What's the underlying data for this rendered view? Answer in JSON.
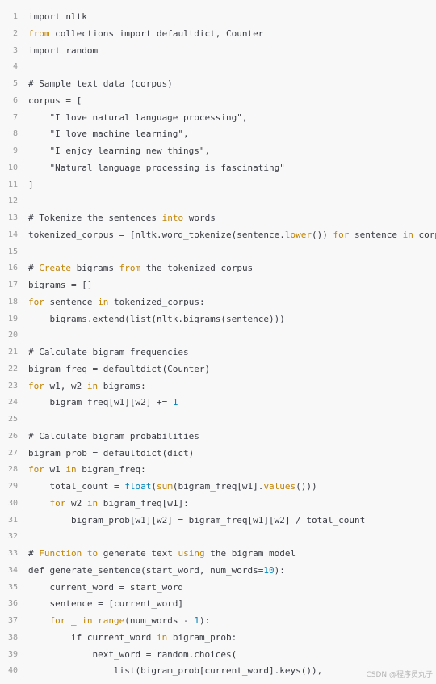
{
  "code": {
    "lines": [
      {
        "num": "1",
        "tokens": [
          [
            "plain",
            "import nltk"
          ]
        ]
      },
      {
        "num": "2",
        "tokens": [
          [
            "kw",
            "from"
          ],
          [
            "plain",
            " collections import defaultdict, Counter"
          ]
        ]
      },
      {
        "num": "3",
        "tokens": [
          [
            "plain",
            "import random"
          ]
        ]
      },
      {
        "num": "4",
        "tokens": []
      },
      {
        "num": "5",
        "tokens": [
          [
            "plain",
            "# Sample text data (corpus)"
          ]
        ]
      },
      {
        "num": "6",
        "tokens": [
          [
            "plain",
            "corpus = ["
          ]
        ]
      },
      {
        "num": "7",
        "tokens": [
          [
            "plain",
            "    \"I love natural language processing\","
          ]
        ]
      },
      {
        "num": "8",
        "tokens": [
          [
            "plain",
            "    \"I love machine learning\","
          ]
        ]
      },
      {
        "num": "9",
        "tokens": [
          [
            "plain",
            "    \"I enjoy learning new things\","
          ]
        ]
      },
      {
        "num": "10",
        "tokens": [
          [
            "plain",
            "    \"Natural language processing is fascinating\""
          ]
        ]
      },
      {
        "num": "11",
        "tokens": [
          [
            "plain",
            "]"
          ]
        ]
      },
      {
        "num": "12",
        "tokens": []
      },
      {
        "num": "13",
        "tokens": [
          [
            "plain",
            "# Tokenize the sentences "
          ],
          [
            "kw",
            "into"
          ],
          [
            "plain",
            " words"
          ]
        ]
      },
      {
        "num": "14",
        "tokens": [
          [
            "plain",
            "tokenized_corpus = [nltk.word_tokenize(sentence."
          ],
          [
            "kw",
            "lower"
          ],
          [
            "plain",
            "()) "
          ],
          [
            "kw",
            "for"
          ],
          [
            "plain",
            " sentence "
          ],
          [
            "kw",
            "in"
          ],
          [
            "plain",
            " corpus]"
          ]
        ]
      },
      {
        "num": "15",
        "tokens": []
      },
      {
        "num": "16",
        "tokens": [
          [
            "plain",
            "# "
          ],
          [
            "kw",
            "Create"
          ],
          [
            "plain",
            " bigrams "
          ],
          [
            "kw",
            "from"
          ],
          [
            "plain",
            " the tokenized corpus"
          ]
        ]
      },
      {
        "num": "17",
        "tokens": [
          [
            "plain",
            "bigrams = []"
          ]
        ]
      },
      {
        "num": "18",
        "tokens": [
          [
            "kw",
            "for"
          ],
          [
            "plain",
            " sentence "
          ],
          [
            "kw",
            "in"
          ],
          [
            "plain",
            " tokenized_corpus:"
          ]
        ]
      },
      {
        "num": "19",
        "tokens": [
          [
            "plain",
            "    bigrams.extend(list(nltk.bigrams(sentence)))"
          ]
        ]
      },
      {
        "num": "20",
        "tokens": []
      },
      {
        "num": "21",
        "tokens": [
          [
            "plain",
            "# Calculate bigram frequencies"
          ]
        ]
      },
      {
        "num": "22",
        "tokens": [
          [
            "plain",
            "bigram_freq = defaultdict(Counter)"
          ]
        ]
      },
      {
        "num": "23",
        "tokens": [
          [
            "kw",
            "for"
          ],
          [
            "plain",
            " w1, w2 "
          ],
          [
            "kw",
            "in"
          ],
          [
            "plain",
            " bigrams:"
          ]
        ]
      },
      {
        "num": "24",
        "tokens": [
          [
            "plain",
            "    bigram_freq[w1][w2] += "
          ],
          [
            "num",
            "1"
          ]
        ]
      },
      {
        "num": "25",
        "tokens": []
      },
      {
        "num": "26",
        "tokens": [
          [
            "plain",
            "# Calculate bigram probabilities"
          ]
        ]
      },
      {
        "num": "27",
        "tokens": [
          [
            "plain",
            "bigram_prob = defaultdict(dict)"
          ]
        ]
      },
      {
        "num": "28",
        "tokens": [
          [
            "kw",
            "for"
          ],
          [
            "plain",
            " w1 "
          ],
          [
            "kw",
            "in"
          ],
          [
            "plain",
            " bigram_freq:"
          ]
        ]
      },
      {
        "num": "29",
        "tokens": [
          [
            "plain",
            "    total_count = "
          ],
          [
            "num",
            "float"
          ],
          [
            "plain",
            "("
          ],
          [
            "kw",
            "sum"
          ],
          [
            "plain",
            "(bigram_freq[w1]."
          ],
          [
            "kw",
            "values"
          ],
          [
            "plain",
            "()))"
          ]
        ]
      },
      {
        "num": "30",
        "tokens": [
          [
            "plain",
            "    "
          ],
          [
            "kw",
            "for"
          ],
          [
            "plain",
            " w2 "
          ],
          [
            "kw",
            "in"
          ],
          [
            "plain",
            " bigram_freq[w1]:"
          ]
        ]
      },
      {
        "num": "31",
        "tokens": [
          [
            "plain",
            "        bigram_prob[w1][w2] = bigram_freq[w1][w2] / total_count"
          ]
        ]
      },
      {
        "num": "32",
        "tokens": []
      },
      {
        "num": "33",
        "tokens": [
          [
            "plain",
            "# "
          ],
          [
            "kw",
            "Function"
          ],
          [
            "plain",
            " "
          ],
          [
            "kw",
            "to"
          ],
          [
            "plain",
            " generate text "
          ],
          [
            "kw",
            "using"
          ],
          [
            "plain",
            " the bigram model"
          ]
        ]
      },
      {
        "num": "34",
        "tokens": [
          [
            "plain",
            "def generate_sentence(start_word, num_words="
          ],
          [
            "num",
            "10"
          ],
          [
            "plain",
            "):"
          ]
        ]
      },
      {
        "num": "35",
        "tokens": [
          [
            "plain",
            "    current_word = start_word"
          ]
        ]
      },
      {
        "num": "36",
        "tokens": [
          [
            "plain",
            "    sentence = [current_word]"
          ]
        ]
      },
      {
        "num": "37",
        "tokens": [
          [
            "plain",
            "    "
          ],
          [
            "kw",
            "for"
          ],
          [
            "plain",
            " _ "
          ],
          [
            "kw",
            "in"
          ],
          [
            "plain",
            " "
          ],
          [
            "kw",
            "range"
          ],
          [
            "plain",
            "(num_words - "
          ],
          [
            "num",
            "1"
          ],
          [
            "plain",
            "):"
          ]
        ]
      },
      {
        "num": "38",
        "tokens": [
          [
            "plain",
            "        if current_word "
          ],
          [
            "kw",
            "in"
          ],
          [
            "plain",
            " bigram_prob:"
          ]
        ]
      },
      {
        "num": "39",
        "tokens": [
          [
            "plain",
            "            next_word = random.choices("
          ]
        ]
      },
      {
        "num": "40",
        "tokens": [
          [
            "plain",
            "                list(bigram_prob[current_word].keys()),"
          ]
        ]
      }
    ]
  },
  "watermark": "CSDN @程序员丸子"
}
